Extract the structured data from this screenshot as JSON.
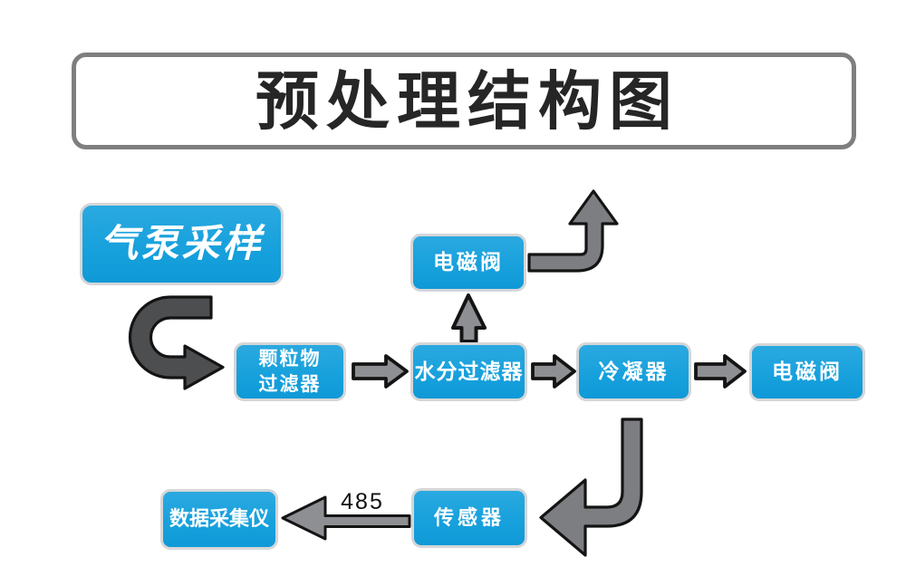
{
  "title": {
    "text": "预处理结构图"
  },
  "nodes": {
    "pump": {
      "label": "气泵采样"
    },
    "solenoid_top": {
      "label": "电磁阀"
    },
    "particulate": {
      "line1": "颗粒物",
      "line2": "过滤器"
    },
    "moisture": {
      "label": "水分过滤器"
    },
    "condenser": {
      "label": "冷凝器"
    },
    "solenoid_right": {
      "label": "电磁阀"
    },
    "collector": {
      "label": "数据采集仪"
    },
    "sensor": {
      "label": "传感器"
    }
  },
  "link": {
    "label": "485"
  },
  "colors": {
    "background": "#ffffff",
    "node_fill": "#16a0dc",
    "node_fill_top": "#2ba9e0",
    "node_border": "#d5d6d8",
    "node_text": "#ffffff",
    "title_border": "#7f7f7f",
    "title_text": "#262626",
    "arrow_dark": "#4d4e50",
    "arrow_mid": "#7d7e81",
    "arrow_light": "#8d8f92",
    "arrow_outline": "#141414"
  }
}
